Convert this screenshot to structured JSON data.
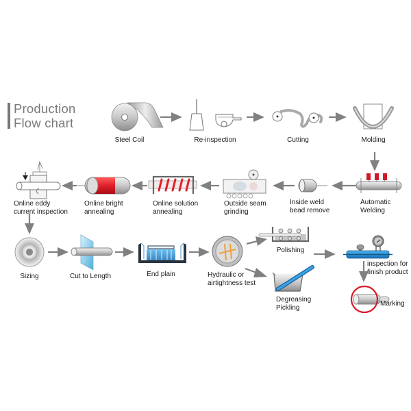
{
  "title": {
    "line1": "Production",
    "line2": "Flow chart"
  },
  "steps": {
    "steel_coil": "Steel Coil",
    "re_inspection": "Re-inspection",
    "cutting": "Cutting",
    "molding": "Molding",
    "automatic_welding_1": "Automatic",
    "automatic_welding_2": "Welding",
    "inside_weld_1": "Inside weld",
    "inside_weld_2": "bead remove",
    "outside_seam_1": "Outside seam",
    "outside_seam_2": "grinding",
    "solution_annealing_1": "Online solution",
    "solution_annealing_2": "annealing",
    "bright_annealing_1": "Online bright",
    "bright_annealing_2": "annealing",
    "eddy_1": "Online eddy",
    "eddy_2": "current inspection",
    "sizing": "Sizing",
    "cut_to_length": "Cut to Length",
    "end_plain": "End plain",
    "hydraulic_1": "Hydraulic or",
    "hydraulic_2": "airtightness test",
    "polishing": "Polishing",
    "degreasing_1": "Degreasing",
    "degreasing_2": "Pickling",
    "finish_inspection_1": "inspection for",
    "finish_inspection_2": "finish product",
    "marking": "Marking"
  },
  "colors": {
    "arrow": "#808080",
    "title": "#7a7a7a",
    "accent_red": "#e0202a",
    "accent_blue": "#1e8fd6"
  }
}
